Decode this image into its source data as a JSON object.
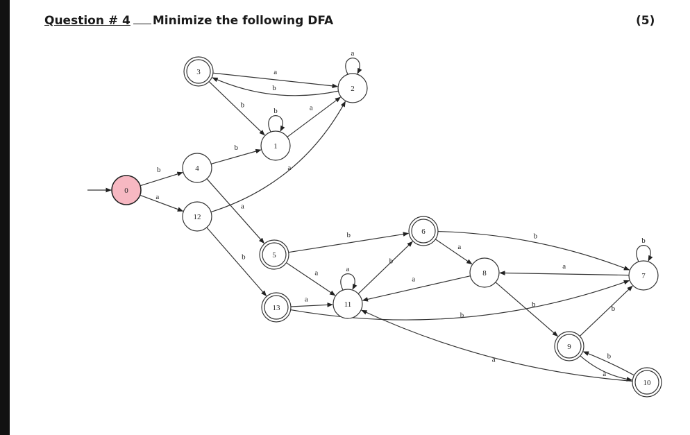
{
  "question": {
    "number": "Question # 4",
    "text": "Minimize the following DFA",
    "marks": "(5)"
  },
  "dfa": {
    "start_state": "0",
    "states": [
      {
        "id": "0",
        "accepting": false,
        "start": true
      },
      {
        "id": "1",
        "accepting": false
      },
      {
        "id": "2",
        "accepting": false
      },
      {
        "id": "3",
        "accepting": true
      },
      {
        "id": "4",
        "accepting": false
      },
      {
        "id": "5",
        "accepting": true
      },
      {
        "id": "6",
        "accepting": true
      },
      {
        "id": "7",
        "accepting": false
      },
      {
        "id": "8",
        "accepting": false
      },
      {
        "id": "9",
        "accepting": true
      },
      {
        "id": "10",
        "accepting": true
      },
      {
        "id": "11",
        "accepting": false
      },
      {
        "id": "12",
        "accepting": false
      },
      {
        "id": "13",
        "accepting": true
      }
    ],
    "transitions": [
      {
        "from": "0",
        "to": "4",
        "symbol": "b"
      },
      {
        "from": "0",
        "to": "12",
        "symbol": "a"
      },
      {
        "from": "4",
        "to": "1",
        "symbol": "b"
      },
      {
        "from": "4",
        "to": "5",
        "symbol": "a"
      },
      {
        "from": "12",
        "to": "2",
        "symbol": "a"
      },
      {
        "from": "12",
        "to": "13",
        "symbol": "b"
      },
      {
        "from": "3",
        "to": "2",
        "symbol": "a"
      },
      {
        "from": "3",
        "to": "1",
        "symbol": "b"
      },
      {
        "from": "2",
        "to": "3",
        "symbol": "b"
      },
      {
        "from": "2",
        "to": "2",
        "symbol": "a"
      },
      {
        "from": "1",
        "to": "1",
        "symbol": "b"
      },
      {
        "from": "1",
        "to": "2",
        "symbol": "a"
      },
      {
        "from": "5",
        "to": "6",
        "symbol": "b"
      },
      {
        "from": "5",
        "to": "11",
        "symbol": "a"
      },
      {
        "from": "13",
        "to": "11",
        "symbol": "a"
      },
      {
        "from": "13",
        "to": "7",
        "symbol": "b"
      },
      {
        "from": "11",
        "to": "11",
        "symbol": "a"
      },
      {
        "from": "11",
        "to": "6",
        "symbol": "b"
      },
      {
        "from": "6",
        "to": "8",
        "symbol": "a"
      },
      {
        "from": "6",
        "to": "7",
        "symbol": "b"
      },
      {
        "from": "7",
        "to": "7",
        "symbol": "b"
      },
      {
        "from": "7",
        "to": "8",
        "symbol": "a"
      },
      {
        "from": "8",
        "to": "11",
        "symbol": "a"
      },
      {
        "from": "8",
        "to": "9",
        "symbol": "b"
      },
      {
        "from": "9",
        "to": "7",
        "symbol": "b"
      },
      {
        "from": "9",
        "to": "10",
        "symbol": "a"
      },
      {
        "from": "10",
        "to": "9",
        "symbol": "b"
      },
      {
        "from": "10",
        "to": "11",
        "symbol": "a"
      }
    ]
  },
  "colors": {
    "start_state_fill": "#f7b8c2",
    "stroke": "#333333",
    "background": "#ffffff"
  }
}
